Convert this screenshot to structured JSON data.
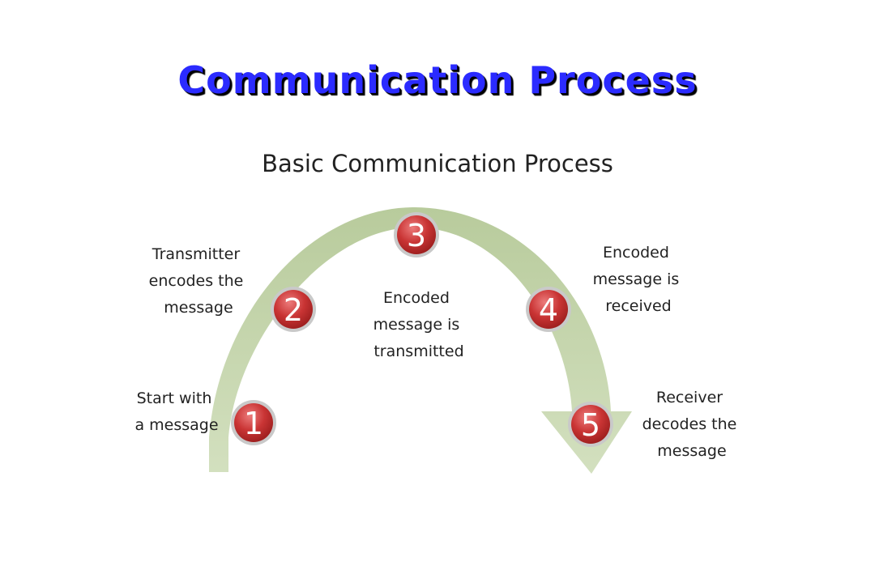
{
  "slide": {
    "title": "Communication Process"
  },
  "diagram": {
    "title": "Basic Communication Process",
    "colors": {
      "arch": "#c2d3a9",
      "circle": "#c43030",
      "circle_highlight": "#ea7878",
      "circle_ring": "#b9b9b9",
      "title": "#2b2bff"
    },
    "steps": [
      {
        "number": "1",
        "label": [
          "Start with",
          "a message"
        ]
      },
      {
        "number": "2",
        "label": [
          "Transmitter",
          "encodes the",
          "message"
        ]
      },
      {
        "number": "3",
        "label": [
          "Encoded",
          "message is",
          "transmitted"
        ]
      },
      {
        "number": "4",
        "label": [
          "Encoded",
          "message is",
          "received"
        ]
      },
      {
        "number": "5",
        "label": [
          "Receiver",
          "decodes the",
          "message"
        ]
      }
    ]
  }
}
